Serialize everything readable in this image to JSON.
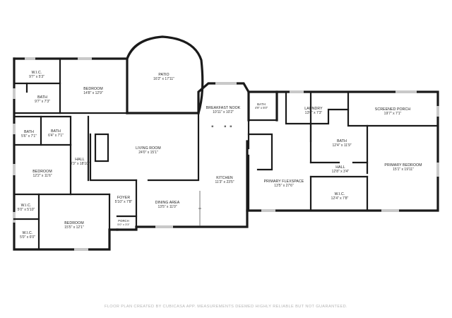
{
  "rooms": {
    "wic_nw": {
      "name": "W.I.C.",
      "dim": "9'7\" x 5'3\""
    },
    "bedroom_nw": {
      "name": "BEDROOM",
      "dim": "14'8\" x 12'9\""
    },
    "patio": {
      "name": "PATIO",
      "dim": "16'2\" x 17'11\""
    },
    "bath_a": {
      "name": "BATH",
      "dim": "9'7\" x 7'3\""
    },
    "bath_b": {
      "name": "BATH",
      "dim": "5'6\" x 7'1\""
    },
    "bath_c": {
      "name": "BATH",
      "dim": "6'4\" x 7'1\""
    },
    "living": {
      "name": "LIVING ROOM",
      "dim": "24'0\" x 15'1\""
    },
    "hall_w": {
      "name": "HALL",
      "dim": "3'3\" x 18'10\""
    },
    "bedroom_w": {
      "name": "BEDROOM",
      "dim": "12'2\" x 11'6\""
    },
    "wic_sw": {
      "name": "W.I.C.",
      "dim": "5'0\" x 5'10\""
    },
    "bedroom_sw": {
      "name": "BEDROOM",
      "dim": "15'5\" x 12'1\""
    },
    "wic_sw2": {
      "name": "W.I.C.",
      "dim": "5'0\" x 6'0\""
    },
    "foyer": {
      "name": "FOYER",
      "dim": "5'10\" x 7'8\""
    },
    "porch": {
      "name": "PORCH",
      "dim": "5'0\" x 3'3\""
    },
    "dining": {
      "name": "DINING AREA",
      "dim": "13'5\" x 11'0\""
    },
    "breakfast": {
      "name": "BREAKFAST NOOK",
      "dim": "10'11\" x 10'2\""
    },
    "kitchen": {
      "name": "KITCHEN",
      "dim": "11'3\" x 23'5\""
    },
    "bath_d": {
      "name": "BATH",
      "dim": "4'9\" x 5'0\""
    },
    "laundry": {
      "name": "LAUNDRY",
      "dim": "13'0\" x 7'3\""
    },
    "flexspace": {
      "name": "PRIMARY FLEXSPACE",
      "dim": "13'5\" x 27'6\""
    },
    "bath_e": {
      "name": "BATH",
      "dim": "12'4\" x 11'9\""
    },
    "hall_e": {
      "name": "HALL",
      "dim": "12'8\" x 3'4\""
    },
    "wic_e": {
      "name": "W.I.C.",
      "dim": "12'4\" x 7'8\""
    },
    "screened_porch": {
      "name": "SCREENED PORCH",
      "dim": "19'7\" x 7'1\""
    },
    "primary_bedroom": {
      "name": "PRIMARY BEDROOM",
      "dim": "15'1\" x 19'11\""
    }
  },
  "footer": "FLOOR PLAN CREATED BY CUBICASA APP. MEASUREMENTS DEEMED HIGHLY RELIABLE BUT NOT GUARANTEED."
}
